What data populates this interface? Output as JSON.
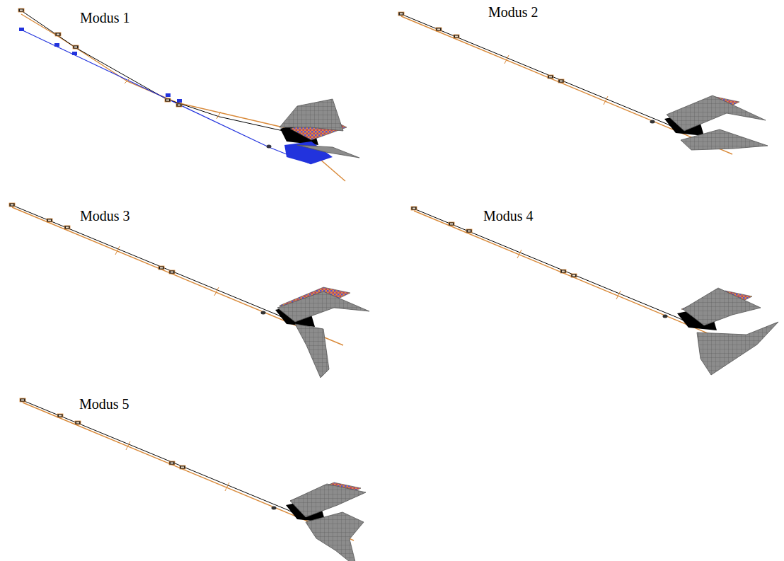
{
  "diagram": {
    "labels": [
      "Modus 1",
      "Modus 2",
      "Modus 3",
      "Modus 4",
      "Modus 5"
    ]
  }
}
